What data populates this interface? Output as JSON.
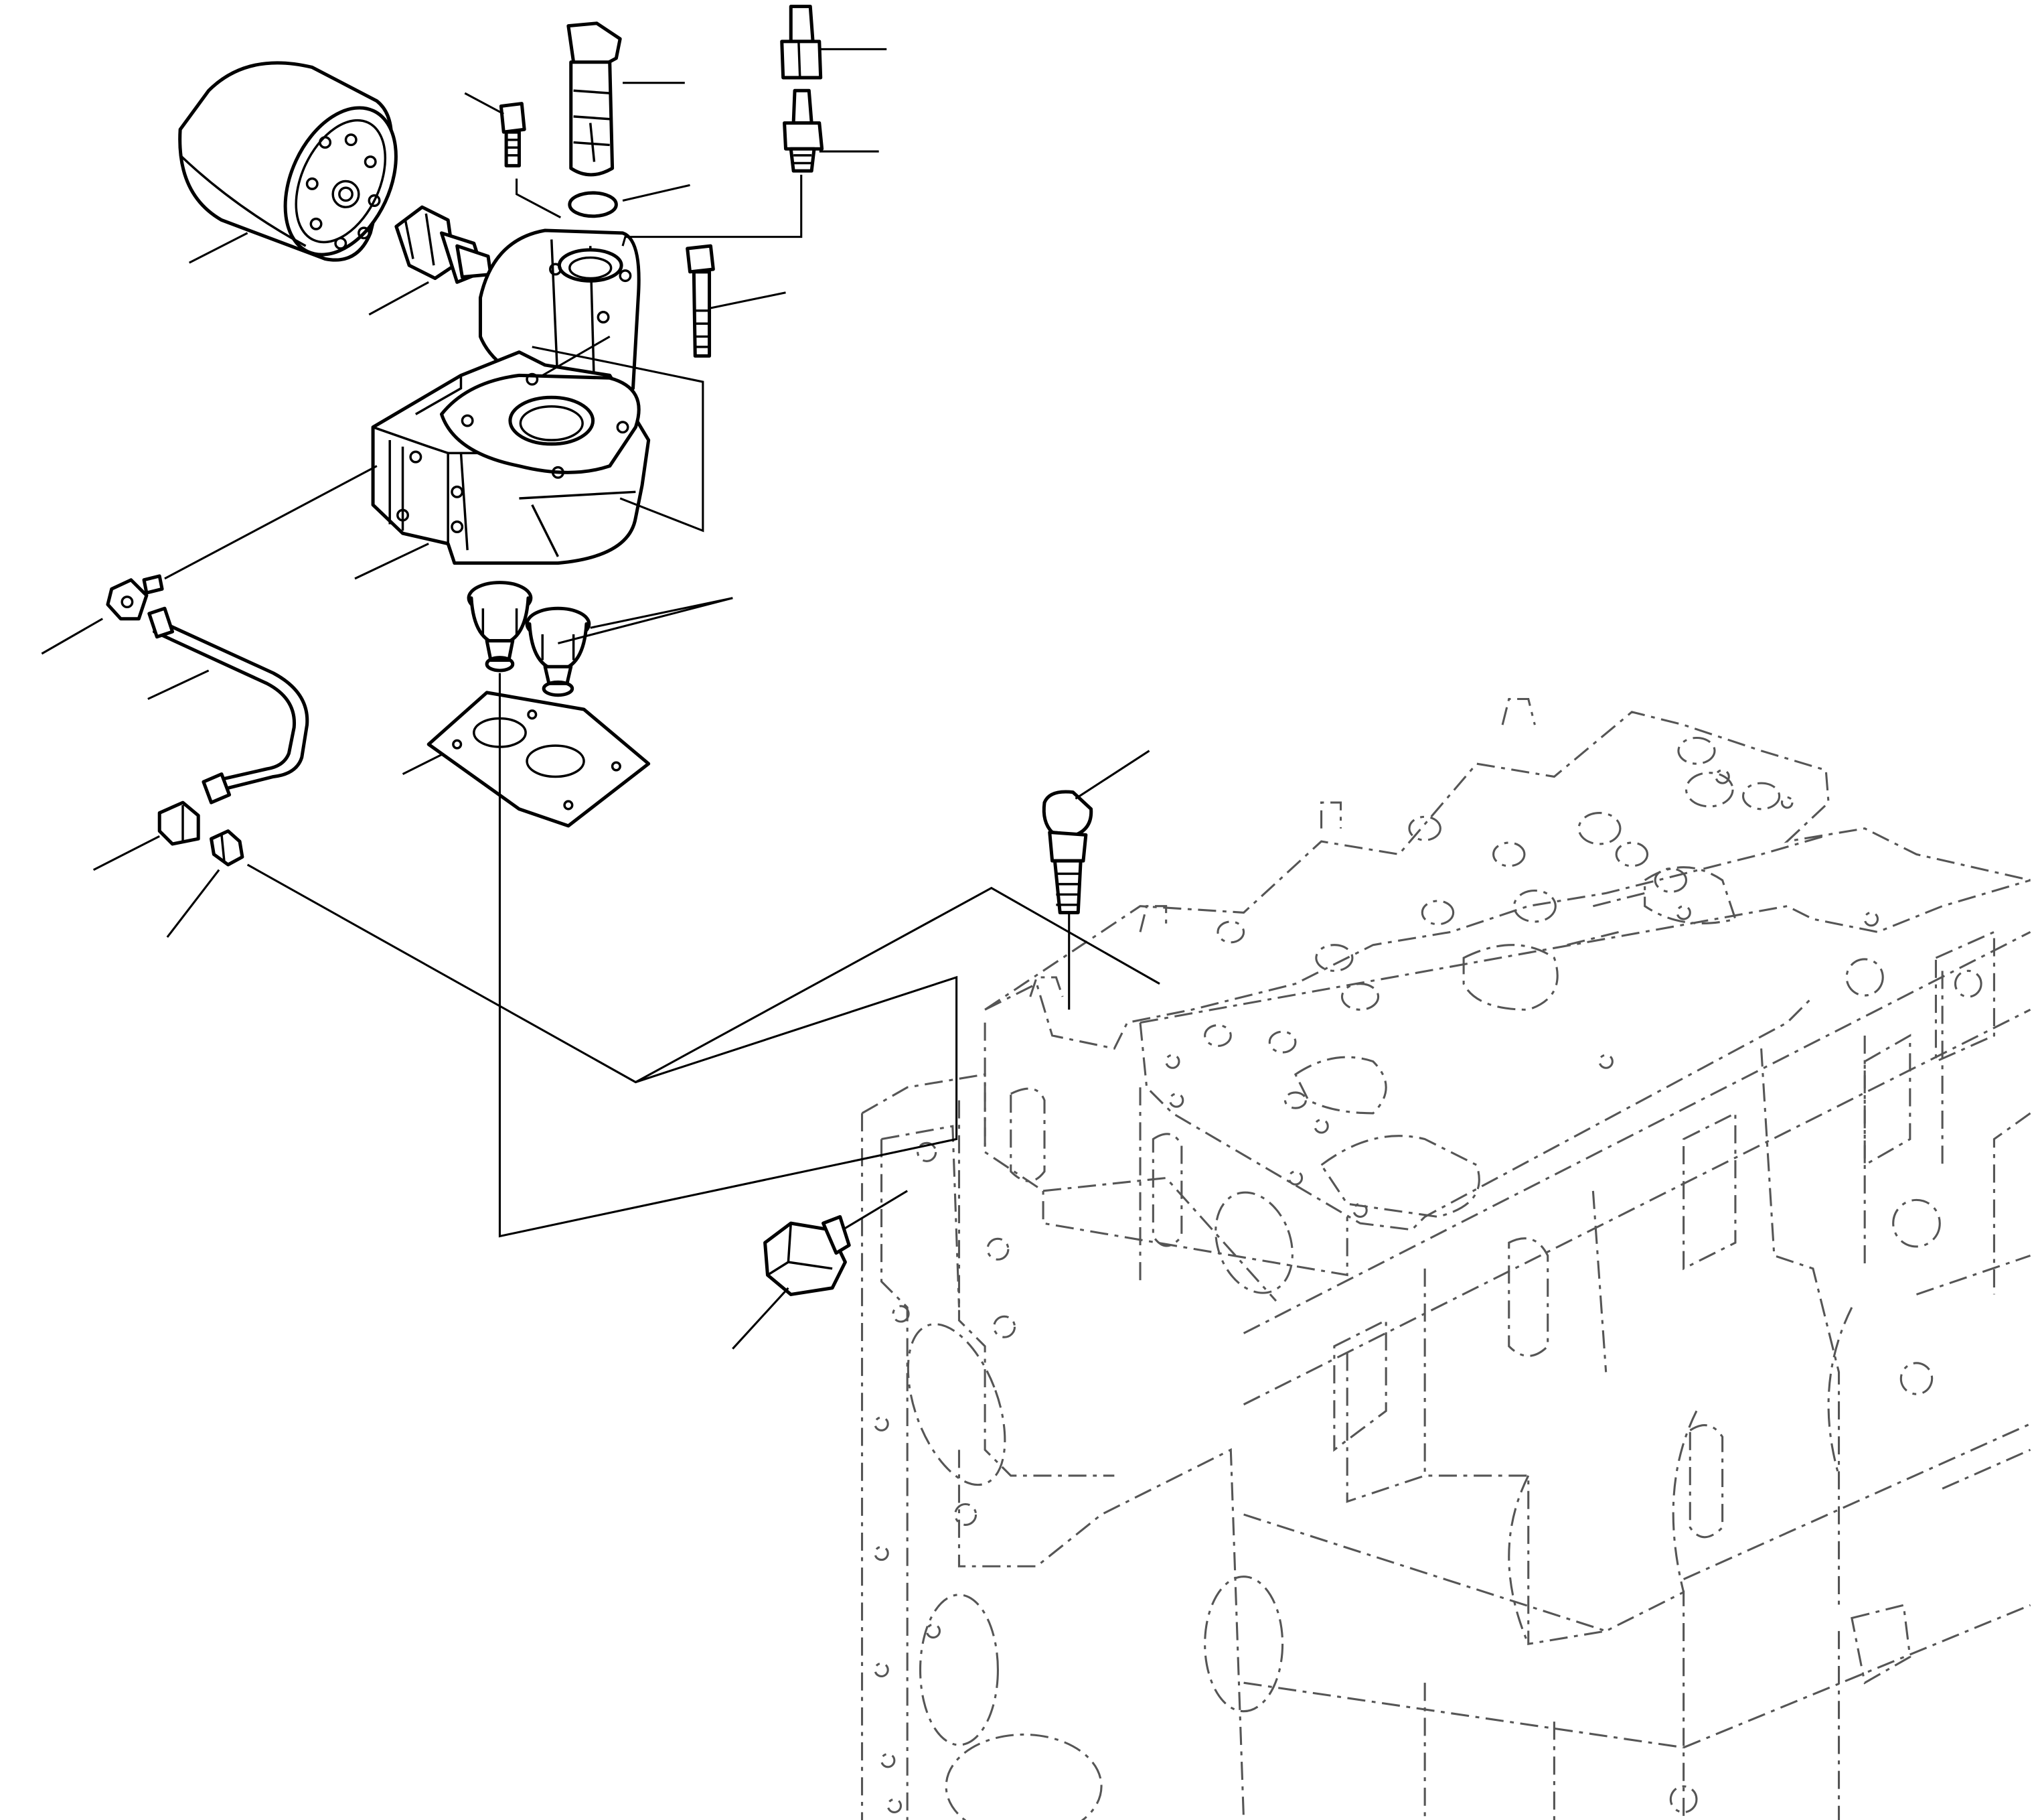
{
  "diagram": {
    "kind": "exploded parts drawing",
    "background": "#ffffff",
    "line_color": "#000000",
    "ghost_line_color": "#555555",
    "parts": [
      {
        "name": "oil-filter"
      },
      {
        "name": "filter-adapter-nipple"
      },
      {
        "name": "upper-filter-head"
      },
      {
        "name": "short-bolt"
      },
      {
        "name": "dipstick-tube-plug"
      },
      {
        "name": "o-ring"
      },
      {
        "name": "hex-adapter"
      },
      {
        "name": "pressure-sender"
      },
      {
        "name": "long-bolt"
      },
      {
        "name": "filter-housing"
      },
      {
        "name": "thermostat-left"
      },
      {
        "name": "thermostat-right"
      },
      {
        "name": "housing-gasket"
      },
      {
        "name": "elbow-fitting"
      },
      {
        "name": "oil-pipe"
      },
      {
        "name": "pipe-nut"
      },
      {
        "name": "pipe-union"
      },
      {
        "name": "temperature-sensor"
      },
      {
        "name": "hex-plug"
      },
      {
        "name": "engine-block"
      }
    ]
  }
}
